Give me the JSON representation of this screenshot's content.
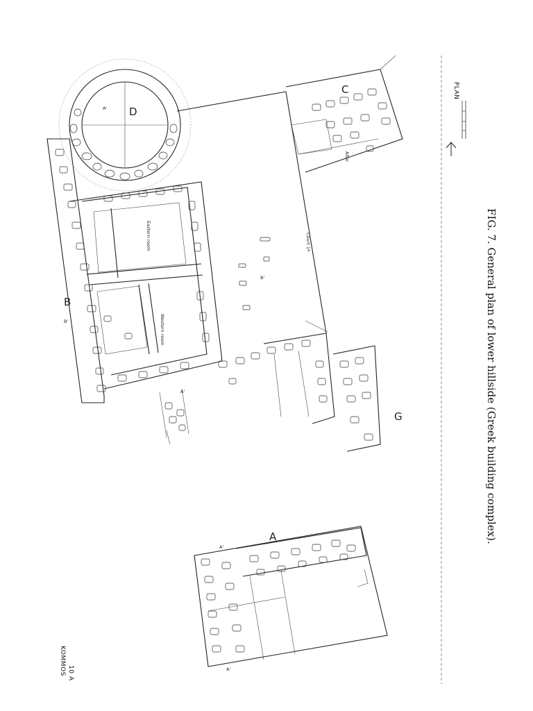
{
  "caption": "FIG. 7.  General plan of lower hillside (Greek building complex).",
  "publication": "KOMMOS",
  "plate": "10 A",
  "legend_title": "PLAN",
  "area_labels": {
    "a": "A",
    "b": "B",
    "c": "C",
    "d": "D",
    "g": "G"
  },
  "room_labels": {
    "eastern_room": "Eastern room",
    "western_room": "Western room",
    "court": "Court 1ª",
    "altar": "Altar"
  },
  "section_markers": {
    "a_prime": "A'",
    "b_prime": "B'"
  }
}
